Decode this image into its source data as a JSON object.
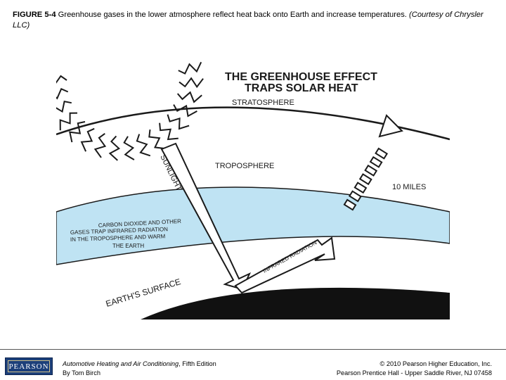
{
  "caption": {
    "figure_label": "FIGURE 5-4",
    "text": " Greenhouse gases in the lower atmosphere reflect heat back onto Earth and increase temperatures. ",
    "credit": "(Courtesy of Chrysler LLC)"
  },
  "diagram": {
    "title_line1": "THE GREENHOUSE EFFECT",
    "title_line2": "TRAPS SOLAR HEAT",
    "stratosphere": "STRATOSPHERE",
    "troposphere": "TROPOSPHERE",
    "ten_miles": "10 MILES",
    "sunlight": "SUNLIGHT",
    "gas_band_lines": [
      "CARBON DIOXIDE AND OTHER",
      "GASES TRAP INFRARED RADIATION",
      "IN THE TROPOSPHERE AND WARM",
      "THE EARTH"
    ],
    "infrared": "INFRARED RADIATION",
    "earth_surface": "EARTH'S SURFACE",
    "colors": {
      "gas_band": "#bfe3f3",
      "earth": "#111111",
      "ink": "#1a1a1a"
    }
  },
  "footer": {
    "logo": "PEARSON",
    "book_title": "Automotive Heating and Air Conditioning",
    "edition": ", Fifth Edition",
    "author": "By Tom Birch",
    "copyright": "© 2010 Pearson Higher Education, Inc.",
    "publisher": "Pearson Prentice Hall - Upper Saddle River, NJ 07458"
  }
}
